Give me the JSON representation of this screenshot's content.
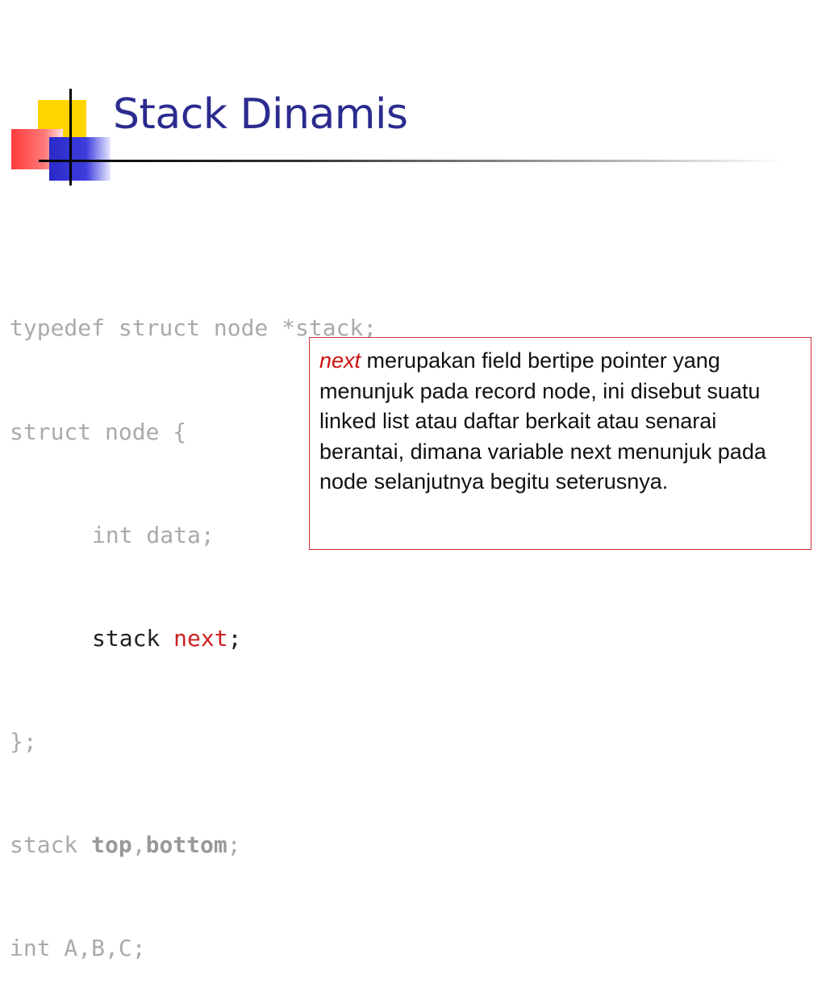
{
  "slide": {
    "title": "Stack Dinamis"
  },
  "code": {
    "line1": "typedef struct node *stack;",
    "line2": "struct node {",
    "line3": "int data;",
    "line4_type": "stack ",
    "line4_field": "next",
    "line4_end": ";",
    "line5": "};",
    "line6_type": "stack ",
    "line6_var1": "top",
    "line6_sep": ",",
    "line6_var2": "bottom",
    "line6_end": ";",
    "line7": "int A,B,C;"
  },
  "note": {
    "highlight": "next",
    "text": " merupakan field bertipe pointer yang menunjuk pada record node, ini disebut suatu linked list atau daftar berkait atau senarai berantai, dimana variable next menunjuk pada node selanjutnya begitu seterusnya."
  },
  "colors": {
    "title": "#2b2b8f",
    "code_gray": "#aaaaaa",
    "highlight_red": "#cc2222",
    "note_border": "#cc3333"
  }
}
